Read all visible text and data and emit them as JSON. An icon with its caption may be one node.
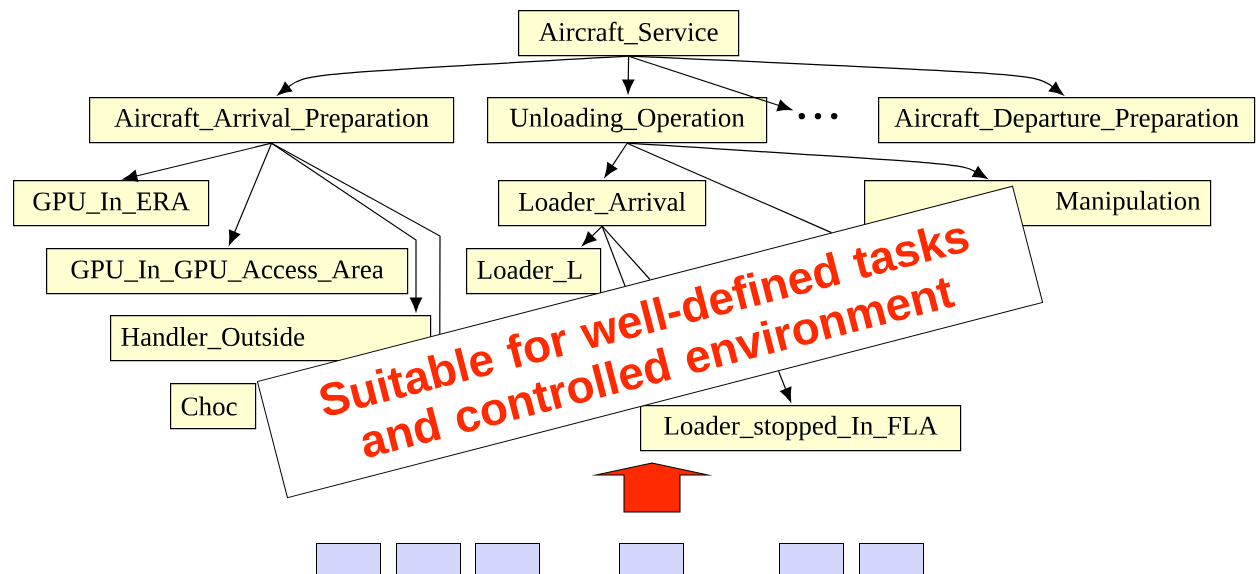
{
  "diagram": {
    "nodes": [
      {
        "text": [
          "Aircraft_Service"
        ]
      },
      {
        "text": [
          "Aircraft_Arrival_Preparation"
        ]
      },
      {
        "text": [
          "Unloading_Operation"
        ]
      },
      {
        "text": [
          "• • •"
        ]
      },
      {
        "text": [
          "Aircraft_Departure_Preparation"
        ]
      },
      {
        "text": [
          "GPU_In_ERA"
        ]
      },
      {
        "text": [
          "Loader_Arrival"
        ]
      },
      {
        "text": [
          "Manipulation"
        ]
      },
      {
        "text": [
          "GPU_In_GPU_Access_Area"
        ]
      },
      {
        "text": [
          "Loader_L"
        ]
      },
      {
        "text": [
          "Handler_Outside"
        ]
      },
      {
        "text": [
          "Choc"
        ]
      },
      {
        "text": [
          "Loader_stopped_In_FLA"
        ]
      },
      {
        "text": [
          "Suitable for well-defined tasks and controlled environment"
        ]
      },
      {
        "text": [],
        "shape": "box"
      },
      {
        "text": [],
        "shape": "box"
      },
      {
        "text": [],
        "shape": "box"
      },
      {
        "text": [],
        "shape": "box"
      },
      {
        "text": [],
        "shape": "box"
      },
      {
        "text": [],
        "shape": "box"
      }
    ],
    "edges": [
      {
        "from": 0,
        "to": 1,
        "arrow": "to"
      },
      {
        "from": 0,
        "to": 2,
        "arrow": "to"
      },
      {
        "from": 0,
        "to": 3,
        "arrow": "to"
      },
      {
        "from": 0,
        "to": 4,
        "arrow": "to"
      },
      {
        "from": 1,
        "to": 5,
        "arrow": "to"
      },
      {
        "from": 1,
        "to": 8,
        "arrow": "to"
      },
      {
        "from": 1,
        "to": 10,
        "arrow": "to"
      },
      {
        "from": 1,
        "to": 13,
        "arrow": "none"
      },
      {
        "from": 2,
        "to": 6,
        "arrow": "to"
      },
      {
        "from": 2,
        "to": 7,
        "arrow": "to"
      },
      {
        "from": 2,
        "to": 13,
        "arrow": "none"
      },
      {
        "from": 6,
        "to": 9,
        "arrow": "to"
      },
      {
        "from": 6,
        "to": 13,
        "arrow": "none"
      },
      {
        "from": 6,
        "to": 13,
        "arrow": "none"
      },
      {
        "from": 13,
        "to": 12,
        "arrow": "to"
      }
    ]
  }
}
